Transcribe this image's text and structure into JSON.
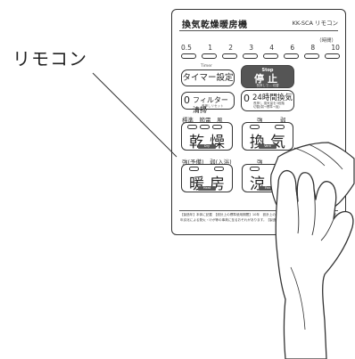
{
  "callout": {
    "label": "リモコン"
  },
  "remote": {
    "title": "換気乾燥暖房機",
    "model": "KK-SCA リモコン",
    "timer_caption": "（時間）",
    "timer_scale": [
      "0.5",
      "1",
      "2",
      "3",
      "4",
      "6",
      "8",
      "10"
    ],
    "buttons": {
      "timer": {
        "label": "タイマー設定",
        "sub": "Timer"
      },
      "stop": {
        "en": "Stop",
        "label": "停止",
        "note": "長押しで... 切替"
      },
      "filter": {
        "prefix": "0",
        "label": "フィルター清掃",
        "sub": "長押しリセット"
      },
      "ventilation_24h": {
        "prefix": "0",
        "label": "24時間換気",
        "sub1": "長押し 換気量を3段階",
        "sub2": "切替(弱→標準→強)"
      }
    },
    "mode_labels": {
      "dry": "標準　節電　風",
      "vent": "強　　　弱",
      "heat": "強(予備)　弱(入浴)",
      "cool": "強　　　弱"
    },
    "modes": [
      {
        "key": "dry",
        "kanji": "乾燥",
        "en": "Dry"
      },
      {
        "key": "vent",
        "kanji": "換気",
        "en": "Vent"
      },
      {
        "key": "heat",
        "kanji": "暖房",
        "en": "Heat"
      },
      {
        "key": "cool",
        "kanji": "涼風",
        "en": "Fan"
      }
    ],
    "footer": "【製造年】本体に記載　【設計上の標準使用期間】10年　設計上の標準使用期間を超えて使用されますと、経年劣化による発火・けが等の事故に至るおそれがあります。【製造元】高須産業株式会社 TEL ...-775"
  },
  "colors": {
    "line": "#333333",
    "stop_button": "#555555",
    "glove_fill": "#ffffff"
  }
}
